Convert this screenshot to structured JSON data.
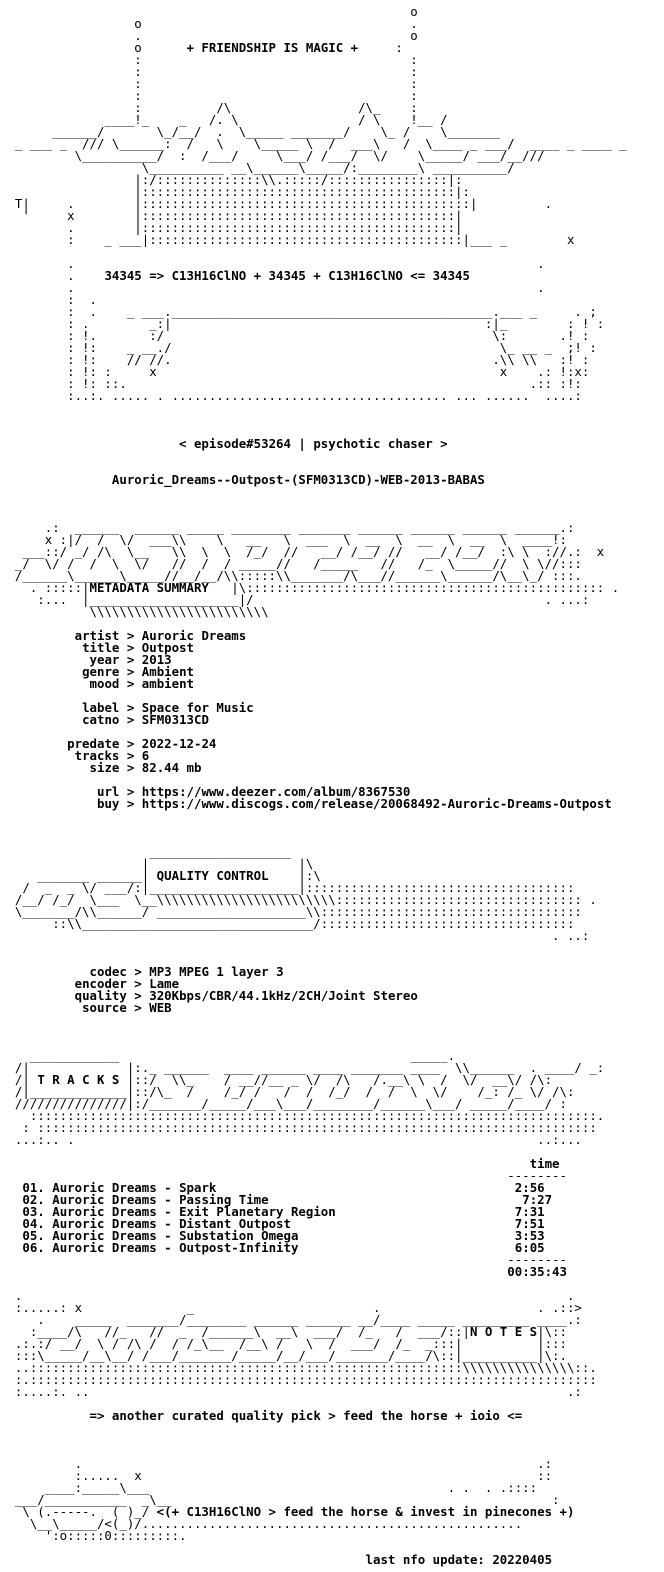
{
  "banner": {
    "friendship": "+ FRIENDSHIP IS MAGIC +",
    "formula_line": "34345 => C13H16ClNO + 34345 + C13H16ClNO <= 34345"
  },
  "header": {
    "episode": "< episode#53264 | psychotic chaser >",
    "release_name": "Auroric_Dreams--Outpost-(SFM0313CD)-WEB-2013-BABAS"
  },
  "metadata": {
    "section_title": "METADATA SUMMARY",
    "artist": {
      "key": "artist",
      "value": "Auroric Dreams"
    },
    "title": {
      "key": "title",
      "value": "Outpost"
    },
    "year": {
      "key": "year",
      "value": "2013"
    },
    "genre": {
      "key": "genre",
      "value": "Ambient"
    },
    "mood": {
      "key": "mood",
      "value": "ambient"
    },
    "label": {
      "key": "label",
      "value": "Space for Music"
    },
    "catno": {
      "key": "catno",
      "value": "SFM0313CD"
    },
    "predate": {
      "key": "predate",
      "value": "2022-12-24"
    },
    "tracks": {
      "key": "tracks",
      "value": "6"
    },
    "size": {
      "key": "size",
      "value": "82.44 mb"
    },
    "url": {
      "key": "url",
      "value": "https://www.deezer.com/album/8367530"
    },
    "buy": {
      "key": "buy",
      "value": "https://www.discogs.com/release/20068492-Auroric-Dreams-Outpost"
    }
  },
  "quality": {
    "section_title": "QUALITY CONTROL",
    "codec": {
      "key": "codec",
      "value": "MP3 MPEG 1 layer 3"
    },
    "encoder": {
      "key": "encoder",
      "value": "Lame"
    },
    "quality": {
      "key": "quality",
      "value": "320Kbps/CBR/44.1kHz/2CH/Joint Stereo"
    },
    "source": {
      "key": "source",
      "value": "WEB"
    }
  },
  "tracks": {
    "section_title": "T R A C K S",
    "time_header": "time",
    "list": [
      {
        "no": "01.",
        "name": "Auroric Dreams - Spark",
        "time": "2:56"
      },
      {
        "no": "02.",
        "name": "Auroric Dreams - Passing Time",
        "time": "7:27"
      },
      {
        "no": "03.",
        "name": "Auroric Dreams - Exit Planetary Region",
        "time": "7:31"
      },
      {
        "no": "04.",
        "name": "Auroric Dreams - Distant Outpost",
        "time": "7:51"
      },
      {
        "no": "05.",
        "name": "Auroric Dreams - Substation Omega",
        "time": "3:53"
      },
      {
        "no": "06.",
        "name": "Auroric Dreams - Outpost-Infinity",
        "time": "6:05"
      }
    ],
    "total": "00:35:43"
  },
  "notes": {
    "section_title": "N O T E S",
    "text": "=> another curated quality pick > feed the horse + ioio <="
  },
  "footer": {
    "slogan": "<(+ C13H16ClNO > feed the horse & invest in pinecones +)",
    "last_update": "last nfo update: 20220405"
  }
}
